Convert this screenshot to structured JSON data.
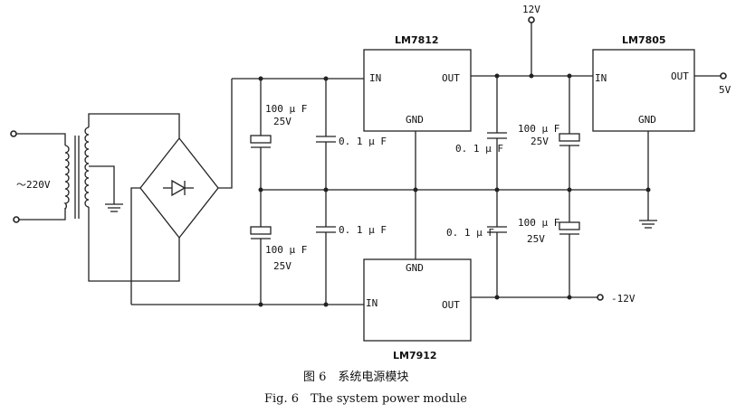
{
  "figure": {
    "caption_cn": "图 6　系统电源模块",
    "caption_en": "Fig. 6　The system power module"
  },
  "input": {
    "label": "～220V"
  },
  "regulators": {
    "lm7812": {
      "name": "LM7812",
      "in": "IN",
      "out": "OUT",
      "gnd": "GND"
    },
    "lm7912": {
      "name": "LM7912",
      "in": "IN",
      "out": "OUT",
      "gnd": "GND"
    },
    "lm7805": {
      "name": "LM7805",
      "in": "IN",
      "out": "OUT",
      "gnd": "GND"
    }
  },
  "capacitors": {
    "c1_value": "100 μ F",
    "c1_voltage": "25V",
    "c2_value": "0. 1 μ F",
    "c3_value": "100 μ F",
    "c3_voltage": "25V",
    "c4_value": "0. 1 μ F",
    "c5_value": "0. 1 μ F",
    "c6_value": "100 μ F",
    "c6_voltage": "25V",
    "c7_value": "0. 1 μ F",
    "c8_value": "100 μ F",
    "c8_voltage": "25V"
  },
  "outputs": {
    "plus12": "12V",
    "plus5": "5V",
    "minus12": "-12V"
  }
}
